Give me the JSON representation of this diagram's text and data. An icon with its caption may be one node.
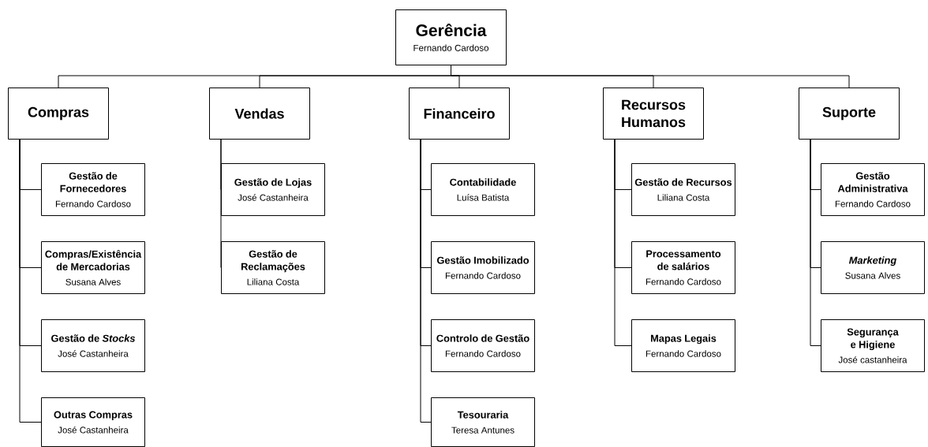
{
  "diagram": {
    "nodes": [
      {
        "text": [
          "Gerência",
          "Fernando Cardoso"
        ]
      },
      {
        "text": [
          "Compras"
        ]
      },
      {
        "text": [
          "Vendas"
        ]
      },
      {
        "text": [
          "Financeiro"
        ]
      },
      {
        "text": [
          "Recursos Humanos"
        ]
      },
      {
        "text": [
          "Suporte"
        ]
      },
      {
        "text": [
          "Gestão de Fornecedores",
          "Fernando Cardoso"
        ]
      },
      {
        "text": [
          "Compras/Existência de Mercadorias",
          "Susana Alves"
        ]
      },
      {
        "text": [
          "Gestão de *Stocks*",
          "José Castanheira"
        ]
      },
      {
        "text": [
          "Outras Compras",
          "José Castanheira"
        ]
      },
      {
        "text": [
          "Gestão de Lojas",
          "José Castanheira"
        ]
      },
      {
        "text": [
          "Gestão de Reclamações",
          "Liliana Costa"
        ]
      },
      {
        "text": [
          "Contabilidade",
          "Luísa Batista"
        ]
      },
      {
        "text": [
          "Gestão Imobilizado",
          "Fernando Cardoso"
        ]
      },
      {
        "text": [
          "Controlo de Gestão",
          "Fernando Cardoso"
        ]
      },
      {
        "text": [
          "Tesouraria",
          "Teresa Antunes"
        ]
      },
      {
        "text": [
          "Gestão de Recursos",
          "Liliana Costa"
        ]
      },
      {
        "text": [
          "Processamento de salários",
          "Fernando Cardoso"
        ]
      },
      {
        "text": [
          "Mapas Legais",
          "Fernando Cardoso"
        ]
      },
      {
        "text": [
          "Gestão Administrativa",
          "Fernando Cardoso"
        ]
      },
      {
        "text": [
          "*Marketing*",
          "Susana Alves"
        ]
      },
      {
        "text": [
          "Segurança e Higiene",
          "José castanheira"
        ]
      }
    ],
    "edges": [
      {
        "from": 0,
        "to": 1,
        "arrow": "none"
      },
      {
        "from": 0,
        "to": 2,
        "arrow": "none"
      },
      {
        "from": 0,
        "to": 3,
        "arrow": "none"
      },
      {
        "from": 0,
        "to": 4,
        "arrow": "none"
      },
      {
        "from": 0,
        "to": 5,
        "arrow": "none"
      },
      {
        "from": 1,
        "to": 6,
        "arrow": "none"
      },
      {
        "from": 1,
        "to": 7,
        "arrow": "none"
      },
      {
        "from": 1,
        "to": 8,
        "arrow": "none"
      },
      {
        "from": 1,
        "to": 9,
        "arrow": "none"
      },
      {
        "from": 2,
        "to": 10,
        "arrow": "none"
      },
      {
        "from": 2,
        "to": 11,
        "arrow": "none"
      },
      {
        "from": 3,
        "to": 12,
        "arrow": "none"
      },
      {
        "from": 3,
        "to": 13,
        "arrow": "none"
      },
      {
        "from": 3,
        "to": 14,
        "arrow": "none"
      },
      {
        "from": 3,
        "to": 15,
        "arrow": "none"
      },
      {
        "from": 4,
        "to": 16,
        "arrow": "none"
      },
      {
        "from": 4,
        "to": 17,
        "arrow": "none"
      },
      {
        "from": 4,
        "to": 18,
        "arrow": "none"
      },
      {
        "from": 5,
        "to": 19,
        "arrow": "none"
      },
      {
        "from": 5,
        "to": 20,
        "arrow": "none"
      },
      {
        "from": 5,
        "to": 21,
        "arrow": "none"
      }
    ]
  }
}
